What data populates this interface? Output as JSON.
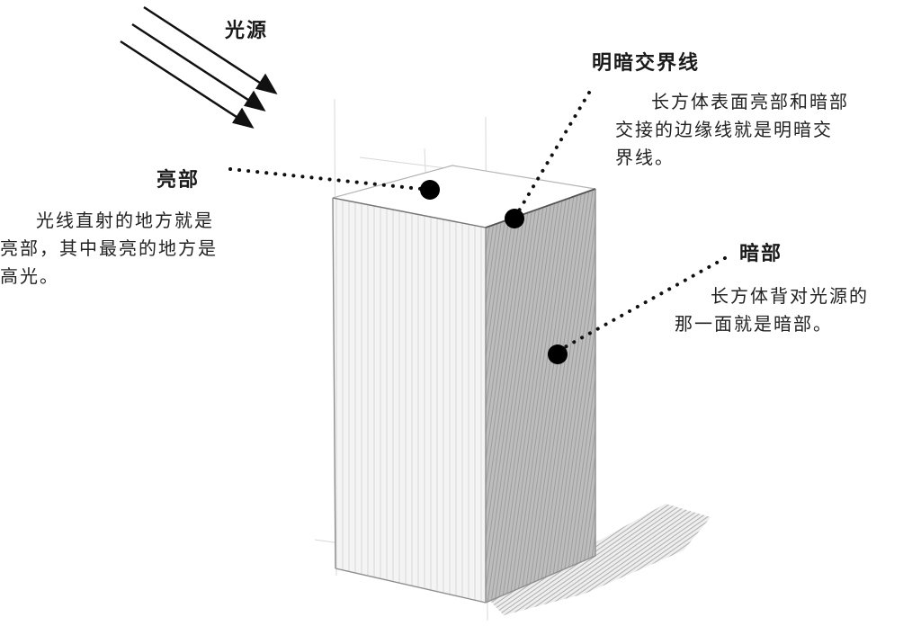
{
  "light_source": {
    "label": "光源"
  },
  "terminator": {
    "label": "明暗交界线",
    "description_lines": [
      "长方体表面亮部和暗部",
      "交接的边缘线就是明暗交",
      "界线。"
    ]
  },
  "highlight": {
    "label": "亮部",
    "description_lines": [
      "光线直射的地方就是",
      "亮部，其中最亮的地方是",
      "高光。"
    ]
  },
  "shadow": {
    "label": "暗部",
    "description_lines": [
      "长方体背对光源的",
      "那一面就是暗部。"
    ]
  }
}
